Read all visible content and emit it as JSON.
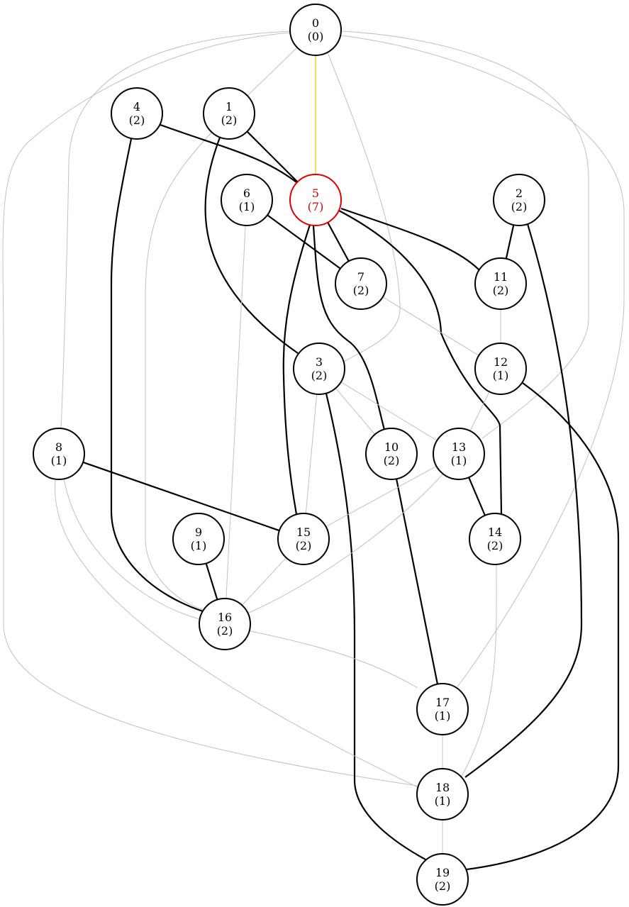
{
  "graph": {
    "colors": {
      "node_stroke": "#000000",
      "highlight": "#e00000",
      "edge_gray": "#c0c0c0",
      "edge_black": "#000000",
      "edge_yellow": "#f0c800"
    },
    "nodes": [
      {
        "id": "0",
        "label": "0",
        "value": "(0)"
      },
      {
        "id": "1",
        "label": "1",
        "value": "(2)"
      },
      {
        "id": "2",
        "label": "2",
        "value": "(2)"
      },
      {
        "id": "3",
        "label": "3",
        "value": "(2)"
      },
      {
        "id": "4",
        "label": "4",
        "value": "(2)"
      },
      {
        "id": "5",
        "label": "5",
        "value": "(7)",
        "highlighted": true
      },
      {
        "id": "6",
        "label": "6",
        "value": "(1)"
      },
      {
        "id": "7",
        "label": "7",
        "value": "(2)"
      },
      {
        "id": "8",
        "label": "8",
        "value": "(1)"
      },
      {
        "id": "9",
        "label": "9",
        "value": "(1)"
      },
      {
        "id": "10",
        "label": "10",
        "value": "(2)"
      },
      {
        "id": "11",
        "label": "11",
        "value": "(2)"
      },
      {
        "id": "12",
        "label": "12",
        "value": "(1)"
      },
      {
        "id": "13",
        "label": "13",
        "value": "(1)"
      },
      {
        "id": "14",
        "label": "14",
        "value": "(2)"
      },
      {
        "id": "15",
        "label": "15",
        "value": "(2)"
      },
      {
        "id": "16",
        "label": "16",
        "value": "(2)"
      },
      {
        "id": "17",
        "label": "17",
        "value": "(1)"
      },
      {
        "id": "18",
        "label": "18",
        "value": "(1)"
      },
      {
        "id": "19",
        "label": "19",
        "value": "(2)"
      }
    ],
    "edges": [
      {
        "from": "0",
        "to": "5",
        "style": "yellow"
      },
      {
        "from": "0",
        "to": "1",
        "style": "gray"
      },
      {
        "from": "0",
        "to": "3",
        "style": "gray"
      },
      {
        "from": "0",
        "to": "8",
        "style": "gray"
      },
      {
        "from": "0",
        "to": "13",
        "style": "gray"
      },
      {
        "from": "0",
        "to": "17",
        "style": "gray"
      },
      {
        "from": "0",
        "to": "18",
        "style": "gray"
      },
      {
        "from": "1",
        "to": "5",
        "style": "black"
      },
      {
        "from": "1",
        "to": "3",
        "style": "black"
      },
      {
        "from": "1",
        "to": "16",
        "style": "gray"
      },
      {
        "from": "4",
        "to": "5",
        "style": "black"
      },
      {
        "from": "4",
        "to": "16",
        "style": "black"
      },
      {
        "from": "5",
        "to": "7",
        "style": "black"
      },
      {
        "from": "5",
        "to": "11",
        "style": "black"
      },
      {
        "from": "5",
        "to": "10",
        "style": "black"
      },
      {
        "from": "5",
        "to": "14",
        "style": "black"
      },
      {
        "from": "5",
        "to": "15",
        "style": "black"
      },
      {
        "from": "6",
        "to": "7",
        "style": "black"
      },
      {
        "from": "6",
        "to": "16",
        "style": "gray"
      },
      {
        "from": "2",
        "to": "11",
        "style": "black"
      },
      {
        "from": "2",
        "to": "18",
        "style": "black"
      },
      {
        "from": "11",
        "to": "12",
        "style": "gray"
      },
      {
        "from": "7",
        "to": "12",
        "style": "gray"
      },
      {
        "from": "12",
        "to": "13",
        "style": "gray"
      },
      {
        "from": "12",
        "to": "19",
        "style": "black"
      },
      {
        "from": "3",
        "to": "10",
        "style": "gray"
      },
      {
        "from": "3",
        "to": "13",
        "style": "gray"
      },
      {
        "from": "3",
        "to": "15",
        "style": "gray"
      },
      {
        "from": "3",
        "to": "19",
        "style": "black"
      },
      {
        "from": "8",
        "to": "15",
        "style": "black"
      },
      {
        "from": "8",
        "to": "16",
        "style": "gray"
      },
      {
        "from": "8",
        "to": "18",
        "style": "gray"
      },
      {
        "from": "9",
        "to": "16",
        "style": "black"
      },
      {
        "from": "10",
        "to": "17",
        "style": "black"
      },
      {
        "from": "13",
        "to": "14",
        "style": "black"
      },
      {
        "from": "13",
        "to": "15",
        "style": "gray"
      },
      {
        "from": "13",
        "to": "16",
        "style": "gray"
      },
      {
        "from": "14",
        "to": "18",
        "style": "gray"
      },
      {
        "from": "15",
        "to": "16",
        "style": "gray"
      },
      {
        "from": "16",
        "to": "17",
        "style": "gray"
      },
      {
        "from": "17",
        "to": "18",
        "style": "gray"
      },
      {
        "from": "18",
        "to": "19",
        "style": "gray"
      }
    ]
  }
}
